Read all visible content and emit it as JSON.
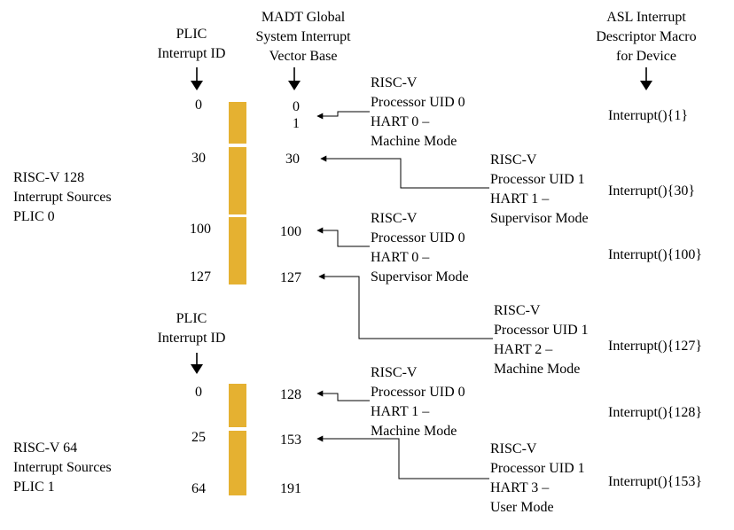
{
  "headers": {
    "plic_id_top": [
      "PLIC",
      "Interrupt ID"
    ],
    "madt": [
      "MADT Global",
      "System Interrupt",
      "Vector Base"
    ],
    "asl": [
      "ASL Interrupt",
      "Descriptor Macro",
      "for Device"
    ],
    "plic_id_bottom": [
      "PLIC",
      "Interrupt ID"
    ]
  },
  "plic0": {
    "label": [
      "RISC-V 128",
      "Interrupt Sources",
      "PLIC 0"
    ],
    "ids": [
      "0",
      "30",
      "100",
      "127"
    ],
    "gsiv": [
      "0",
      "1",
      "30",
      "100",
      "127"
    ]
  },
  "plic1": {
    "label": [
      "RISC-V 64",
      "Interrupt Sources",
      "PLIC 1"
    ],
    "ids": [
      "0",
      "25",
      "64"
    ],
    "gsiv": [
      "128",
      "153",
      "191"
    ]
  },
  "targets": [
    [
      "RISC-V",
      "Processor UID 0",
      "HART 0 –",
      "Machine Mode"
    ],
    [
      "RISC-V",
      "Processor UID 1",
      "HART 1 –",
      "Supervisor Mode"
    ],
    [
      "RISC-V",
      "Processor UID 0",
      "HART 0 –",
      "Supervisor Mode"
    ],
    [
      "RISC-V",
      "Processor UID 1",
      "HART 2 –",
      "Machine Mode"
    ],
    [
      "RISC-V",
      "Processor UID 0",
      "HART 1 –",
      "Machine Mode"
    ],
    [
      "RISC-V",
      "Processor UID 1",
      "HART 3 –",
      "User Mode"
    ]
  ],
  "asl_macros": [
    "Interrupt(){1}",
    "Interrupt(){30}",
    "Interrupt(){100}",
    "Interrupt(){127}",
    "Interrupt(){128}",
    "Interrupt(){153}"
  ],
  "colors": {
    "plic_block": "#e5b131",
    "line": "#000000"
  }
}
